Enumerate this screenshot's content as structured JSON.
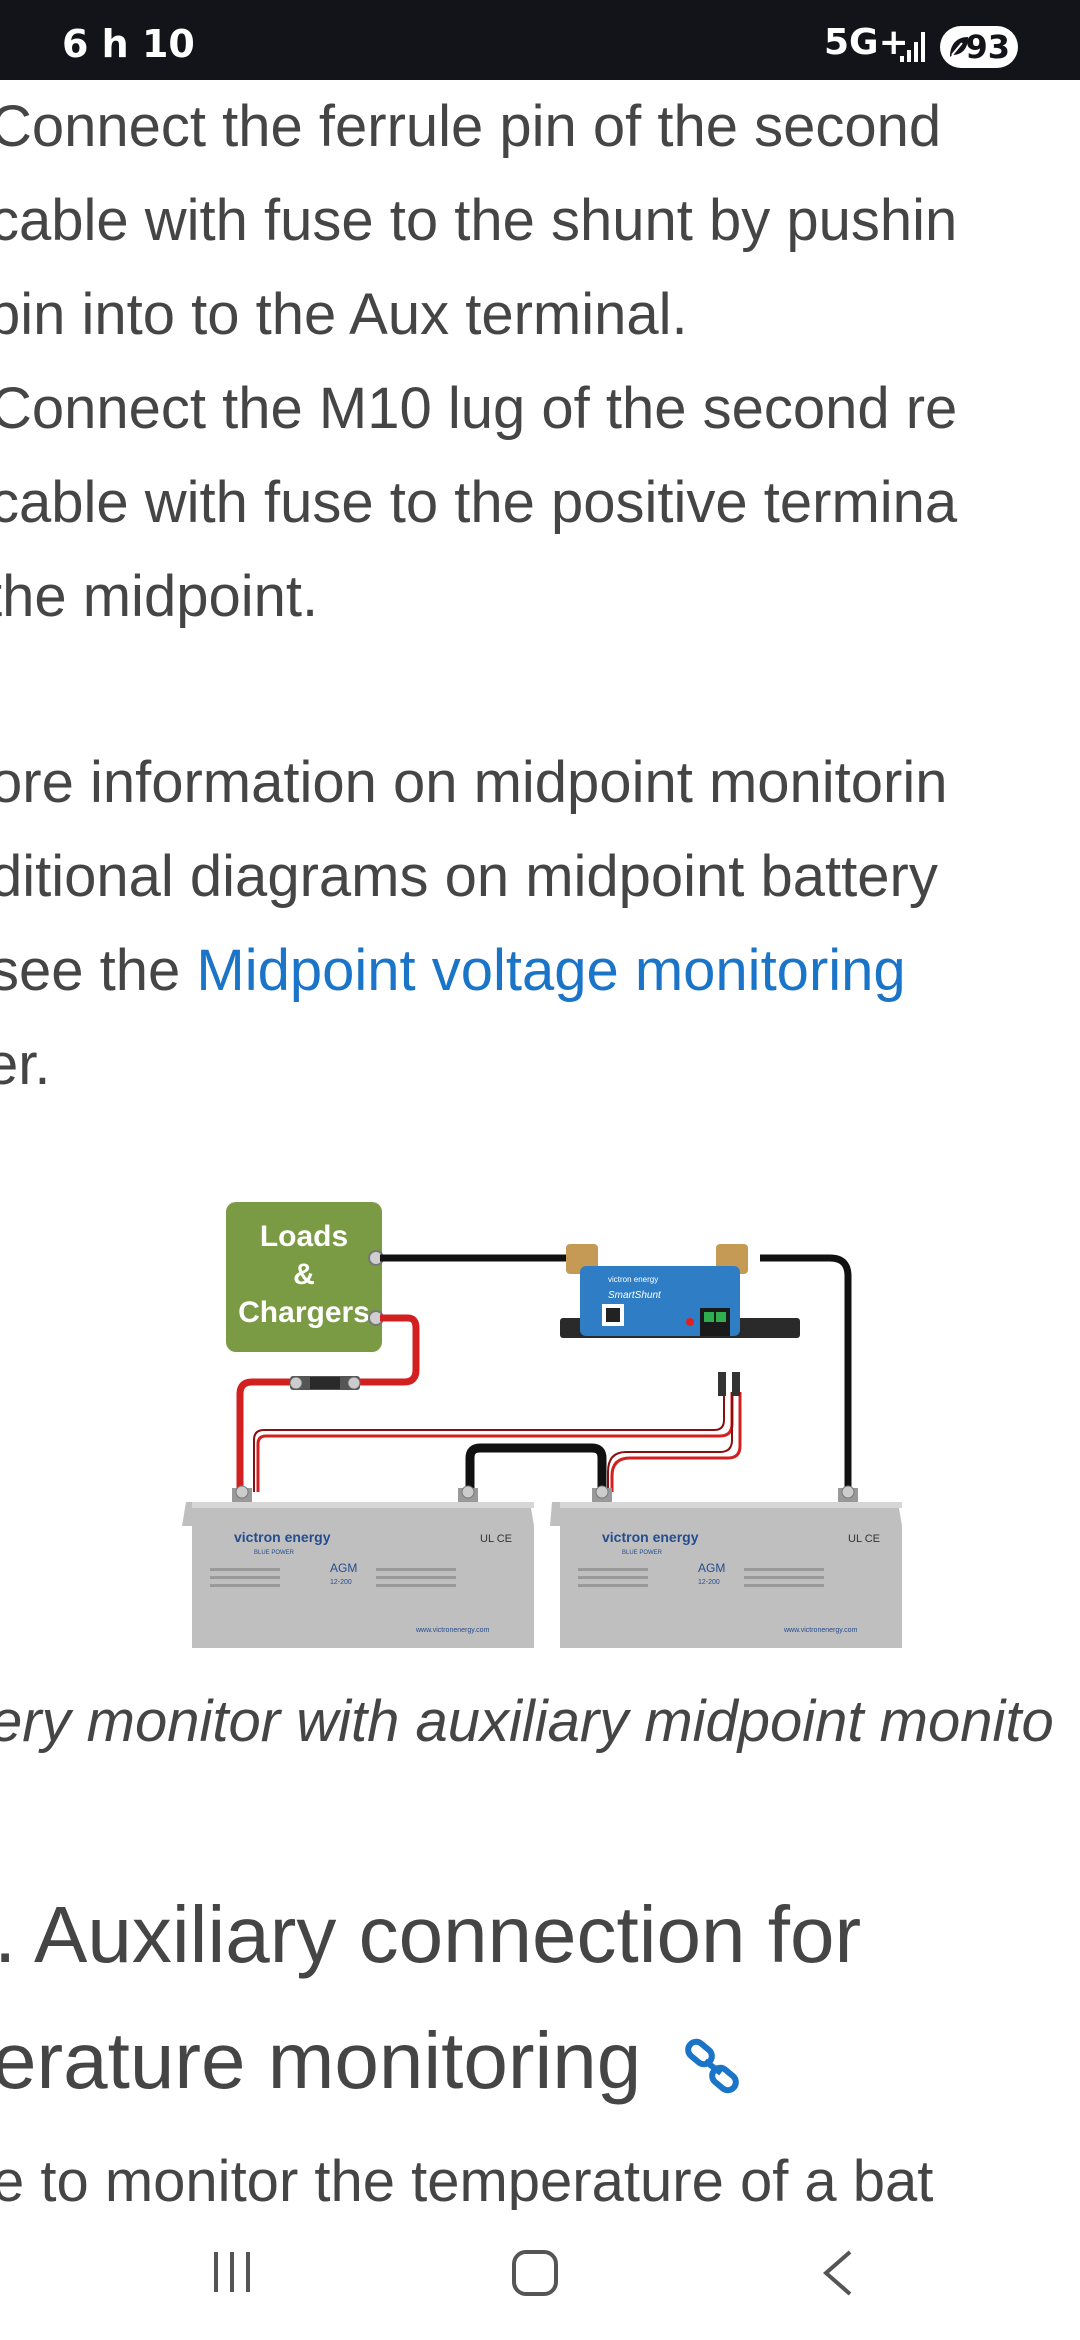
{
  "status_bar": {
    "time": "6 h 10",
    "network": "5G+",
    "battery": "93"
  },
  "paragraph1": {
    "lines": [
      "Connect the ferrule pin of the second",
      "cable with fuse to the shunt by pushin",
      "pin into to the Aux terminal.",
      "Connect the M10 lug of the second re",
      "cable with fuse to the positive termina",
      "the midpoint."
    ]
  },
  "paragraph2": {
    "line1": "ore information on midpoint monitorin",
    "line2": "ditional diagrams on midpoint battery",
    "line3_prefix": "see the ",
    "link_text": "Midpoint voltage monitoring",
    "line4": "er."
  },
  "diagram": {
    "load_box": [
      "Loads",
      "&",
      "Chargers"
    ],
    "shunt_brand": "victron energy",
    "shunt_name": "SmartShunt",
    "battery_brand": "victron energy",
    "battery_sub": "BLUE POWER",
    "battery_type": "AGM",
    "battery_model": "12-200",
    "cert_marks": "UL CE",
    "website": "www.victronenergy.com",
    "colors": {
      "load_box": "#7a9a43",
      "cable_red": "#d21f1f",
      "cable_black": "#111111",
      "shunt": "#2f7ec5",
      "battery": "#bfbfbf"
    }
  },
  "caption": "ery monitor with auxiliary midpoint monito",
  "heading": {
    "line1": ". Auxiliary connection for",
    "line2": "erature monitoring"
  },
  "partial_line": "e to monitor the temperature of a bat",
  "nav": {
    "recent": "recent-apps",
    "home": "home",
    "back": "back"
  }
}
